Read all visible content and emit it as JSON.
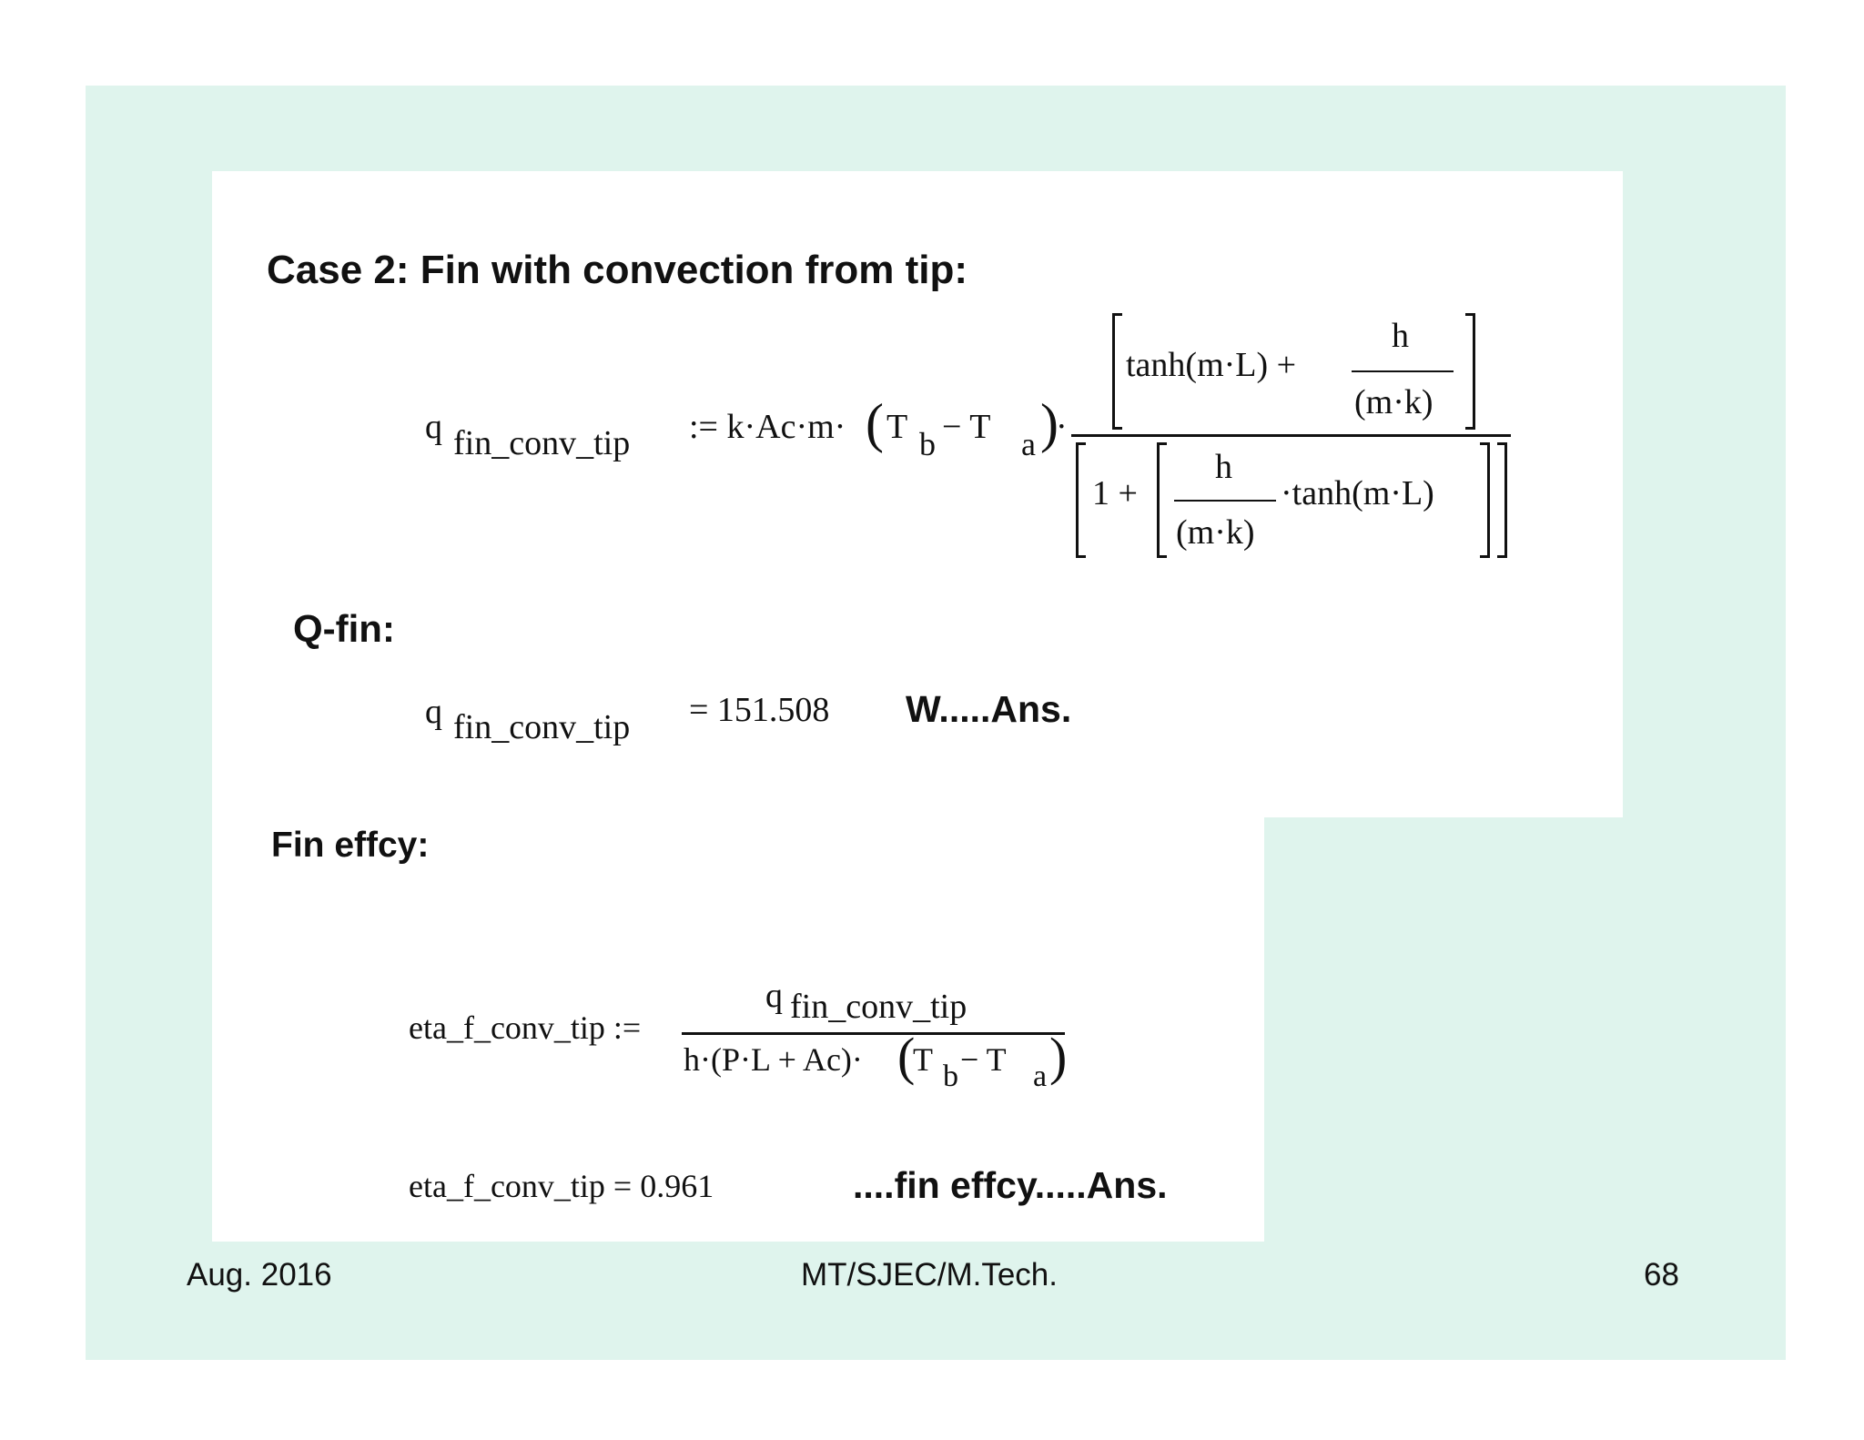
{
  "slide": {
    "heading_case": "Case 2: Fin with convection from tip:",
    "heading_qfin": "Q-fin:",
    "heading_effcy": "Fin effcy:"
  },
  "formula1": {
    "q": "q",
    "q_sub": "fin_conv_tip",
    "lhs_rest": ":= k·Ac·m·",
    "T": "T",
    "sub_b": "b",
    "minus_T": " − T",
    "sub_a": "a",
    "dot": "·",
    "num_tanh": "tanh(m·L) +",
    "num_h": "h",
    "num_mk": "(m·k)",
    "den_one": "1 +",
    "den_h": "h",
    "den_mk": "(m·k)",
    "den_tanh": "·tanh(m·L)"
  },
  "result1": {
    "q": "q",
    "q_sub": "fin_conv_tip",
    "value": "= 151.508",
    "ans": "W.....Ans."
  },
  "formula2": {
    "lhs": "eta_f_conv_tip :=",
    "num_q": "q",
    "num_sub": "fin_conv_tip",
    "den_main": "h·(P·L + Ac)·",
    "den_T": "T",
    "den_sub_b": "b",
    "den_minus": " − T",
    "den_sub_a": "a"
  },
  "result2": {
    "value": "eta_f_conv_tip = 0.961",
    "ans": "....fin effcy.....Ans."
  },
  "footer": {
    "date": "Aug. 2016",
    "center": "MT/SJEC/M.Tech.",
    "page": "68"
  },
  "colors": {
    "slide_background": "#dff4ed",
    "panel": "#ffffff",
    "text": "#111111"
  }
}
